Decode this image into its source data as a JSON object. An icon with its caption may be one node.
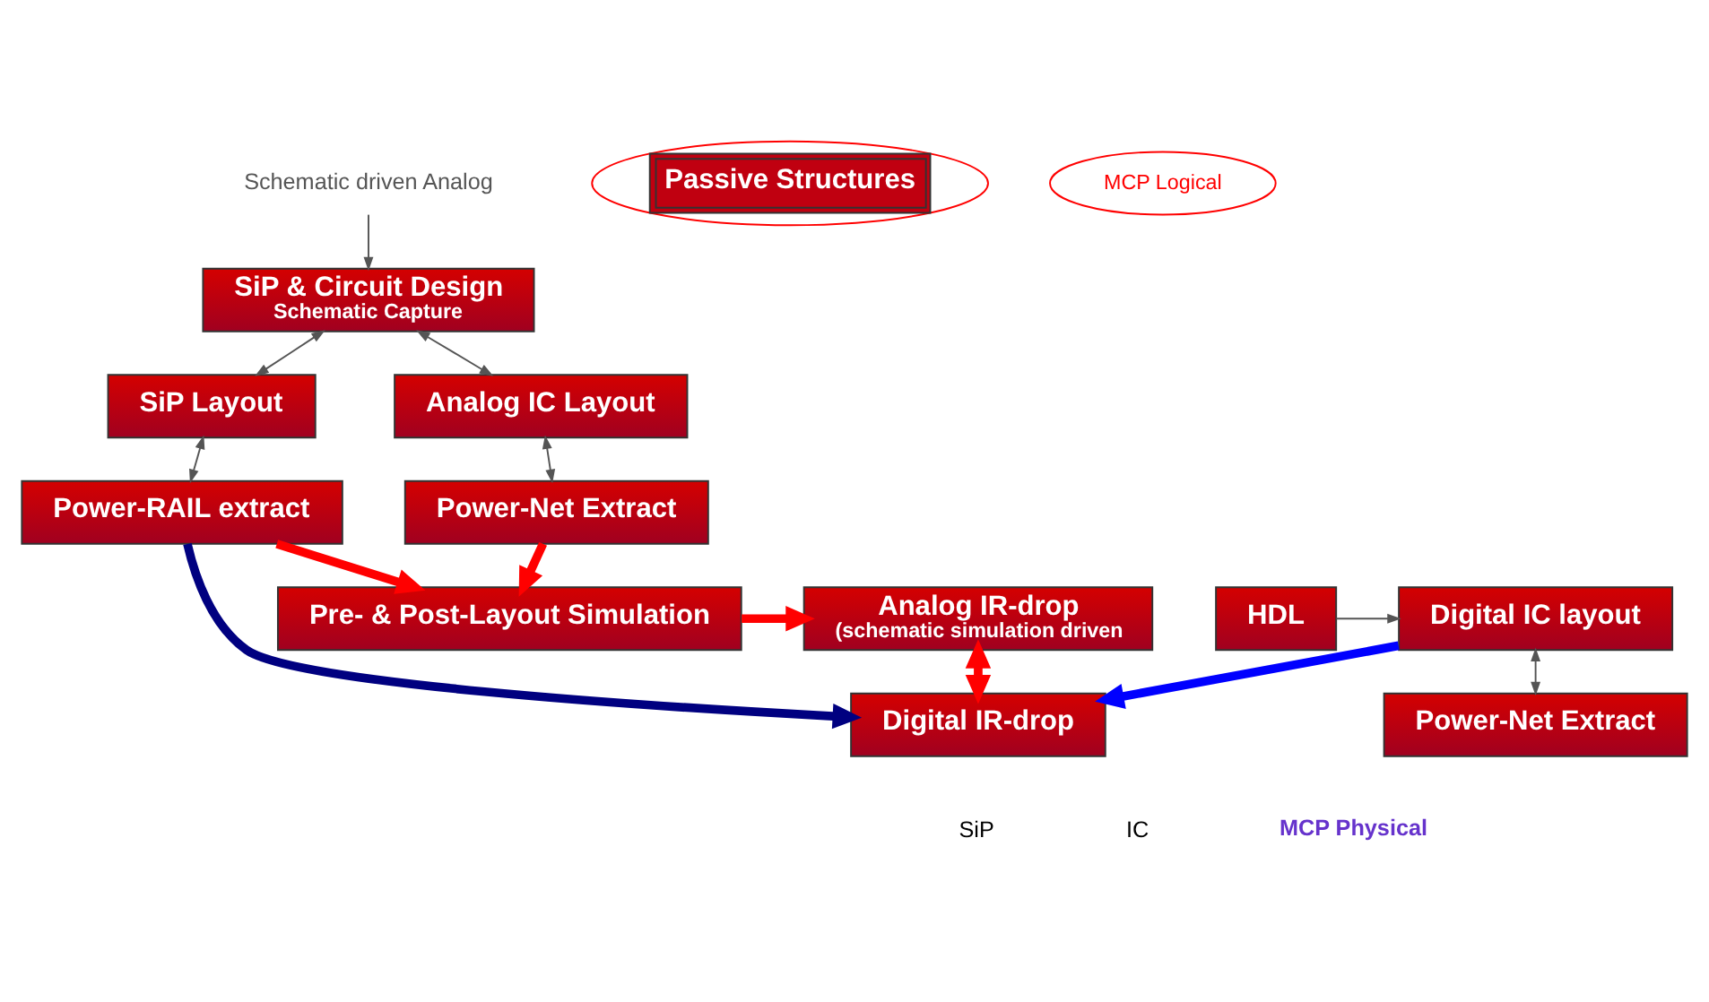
{
  "diagram": {
    "nodes": [
      {
        "text": [
          "Schematic driven Analog"
        ]
      },
      {
        "text": [
          "SiP & Circuit Design",
          "Schematic Capture"
        ]
      },
      {
        "text": [
          "Pre- & Post-Layout Simulation"
        ]
      },
      {
        "text": [
          "Analog IR-drop",
          "(schematic simulation driven"
        ]
      },
      {
        "text": [
          "Passive Structures"
        ]
      },
      {
        "text": [
          "MCP Logical"
        ]
      },
      {
        "text": [
          "SiP Layout"
        ]
      },
      {
        "text": [
          "Analog IC Layout"
        ]
      },
      {
        "text": [
          "Power-RAIL extract"
        ]
      },
      {
        "text": [
          "Power-Net Extract"
        ]
      },
      {
        "text": [
          "Digital IR-drop"
        ]
      },
      {
        "text": [
          "HDL"
        ]
      },
      {
        "text": [
          "Digital IC layout"
        ]
      },
      {
        "text": [
          "Power-Net Extract"
        ]
      }
    ],
    "edges": [
      {
        "from": 0,
        "to": 1,
        "arrow": "to"
      },
      {
        "from": 1,
        "to": 6,
        "arrow": "both"
      },
      {
        "from": 1,
        "to": 7,
        "arrow": "both"
      },
      {
        "from": 2,
        "to": 3,
        "arrow": "to",
        "style": "thick",
        "color": "#ff0000"
      },
      {
        "from": 6,
        "to": 8,
        "arrow": "both"
      },
      {
        "from": 8,
        "to": 2,
        "arrow": "to",
        "style": "thick",
        "color": "#ff0000"
      },
      {
        "from": 7,
        "to": 9,
        "arrow": "both"
      },
      {
        "from": 9,
        "to": 2,
        "arrow": "to",
        "style": "thick",
        "color": "#ff0000"
      },
      {
        "from": 3,
        "to": 10,
        "arrow": "both",
        "style": "thick",
        "color": "#ff0000"
      },
      {
        "from": 8,
        "to": 10,
        "arrow": "to",
        "style": "thick",
        "color": "#000080"
      },
      {
        "from": 12,
        "to": 10,
        "arrow": "to",
        "style": "thick",
        "color": "#0000ff"
      },
      {
        "from": 11,
        "to": 12,
        "arrow": "to"
      },
      {
        "from": 12,
        "to": 13,
        "arrow": "both"
      }
    ],
    "labels": [
      "SiP",
      "IC",
      "MCP Physical"
    ]
  }
}
